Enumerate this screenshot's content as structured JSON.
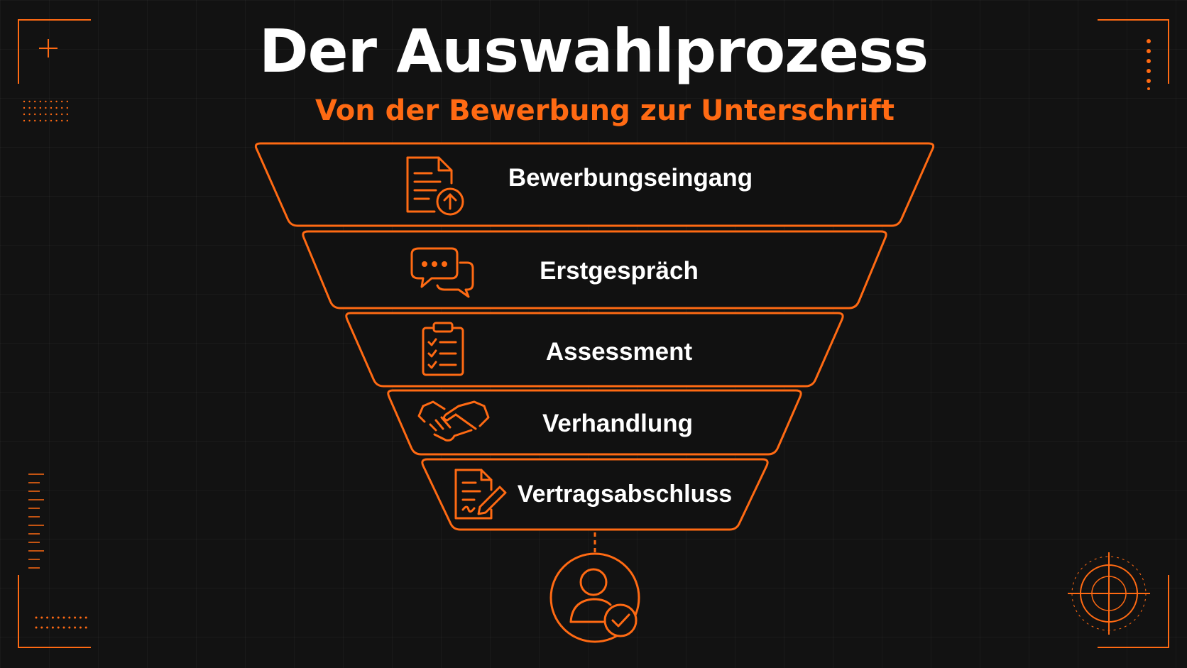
{
  "title": "Der Auswahlprozess",
  "subtitle": "Von der Bewerbung zur Unterschrift",
  "colors": {
    "accent": "#ff6a13",
    "background": "#121212",
    "text": "#ffffff"
  },
  "stages": [
    {
      "label": "Bewerbungseingang",
      "icon": "document-upload-icon"
    },
    {
      "label": "Erstgespräch",
      "icon": "chat-bubbles-icon"
    },
    {
      "label": "Assessment",
      "icon": "clipboard-checklist-icon"
    },
    {
      "label": "Verhandlung",
      "icon": "handshake-icon"
    },
    {
      "label": "Vertragsabschluss",
      "icon": "contract-signing-icon"
    }
  ],
  "result": {
    "icon": "user-checkmark-icon"
  }
}
